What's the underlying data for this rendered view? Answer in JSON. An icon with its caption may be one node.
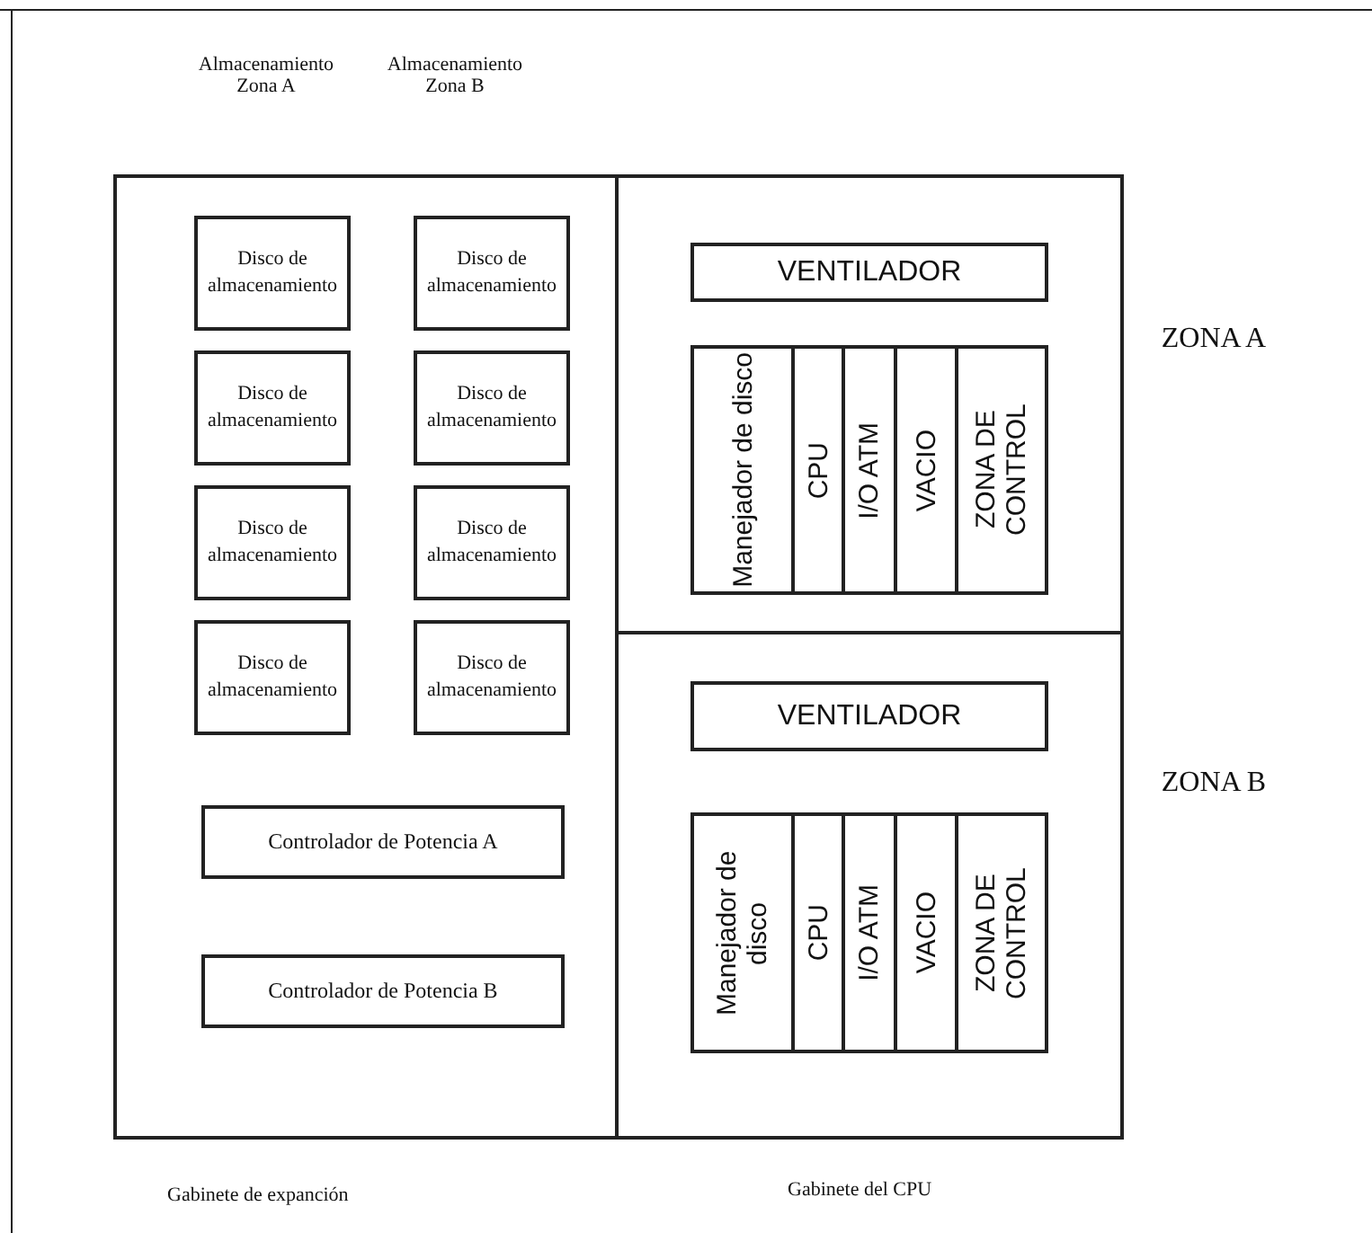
{
  "diagram": {
    "nodes": [
      {
        "text": [
          "Gabinete de expanción"
        ]
      },
      {
        "text": [
          "Disco de almacenamiento"
        ],
        "in": 0
      },
      {
        "text": [
          "Disco de almacenamiento"
        ],
        "in": 0
      },
      {
        "text": [
          "Disco de almacenamiento"
        ],
        "in": 0
      },
      {
        "text": [
          "Disco de almacenamiento"
        ],
        "in": 0
      },
      {
        "text": [
          "Disco de almacenamiento"
        ],
        "in": 0
      },
      {
        "text": [
          "Disco de almacenamiento"
        ],
        "in": 0
      },
      {
        "text": [
          "Disco de almacenamiento"
        ],
        "in": 0
      },
      {
        "text": [
          "Disco de almacenamiento"
        ],
        "in": 0
      },
      {
        "text": [
          "Controlador de Potencia A"
        ],
        "in": 0
      },
      {
        "text": [
          "Controlador de Potencia B"
        ],
        "in": 0
      },
      {
        "text": [
          "Gabinete del CPU"
        ]
      },
      {
        "text": [
          "VENTILADOR"
        ],
        "in": 11
      },
      {
        "text": [
          "Manejador de disco"
        ],
        "in": 11
      },
      {
        "text": [
          "CPU"
        ],
        "in": 11
      },
      {
        "text": [
          "I/O ATM"
        ],
        "in": 11
      },
      {
        "text": [
          "VACIO"
        ],
        "in": 11
      },
      {
        "text": [
          "ZONA DE CONTROL"
        ],
        "in": 11
      },
      {
        "text": [
          "VENTILADOR"
        ],
        "in": 11
      },
      {
        "text": [
          "Manejador de disco"
        ],
        "in": 11
      },
      {
        "text": [
          "CPU"
        ],
        "in": 11
      },
      {
        "text": [
          "I/O ATM"
        ],
        "in": 11
      },
      {
        "text": [
          "VACIO"
        ],
        "in": 11
      },
      {
        "text": [
          "ZONA DE CONTROL"
        ],
        "in": 11
      }
    ],
    "edges": [],
    "labels": [
      "Almacenamiento Zona A",
      "Almacenamiento Zona B",
      "ZONA A",
      "ZONA B"
    ]
  }
}
